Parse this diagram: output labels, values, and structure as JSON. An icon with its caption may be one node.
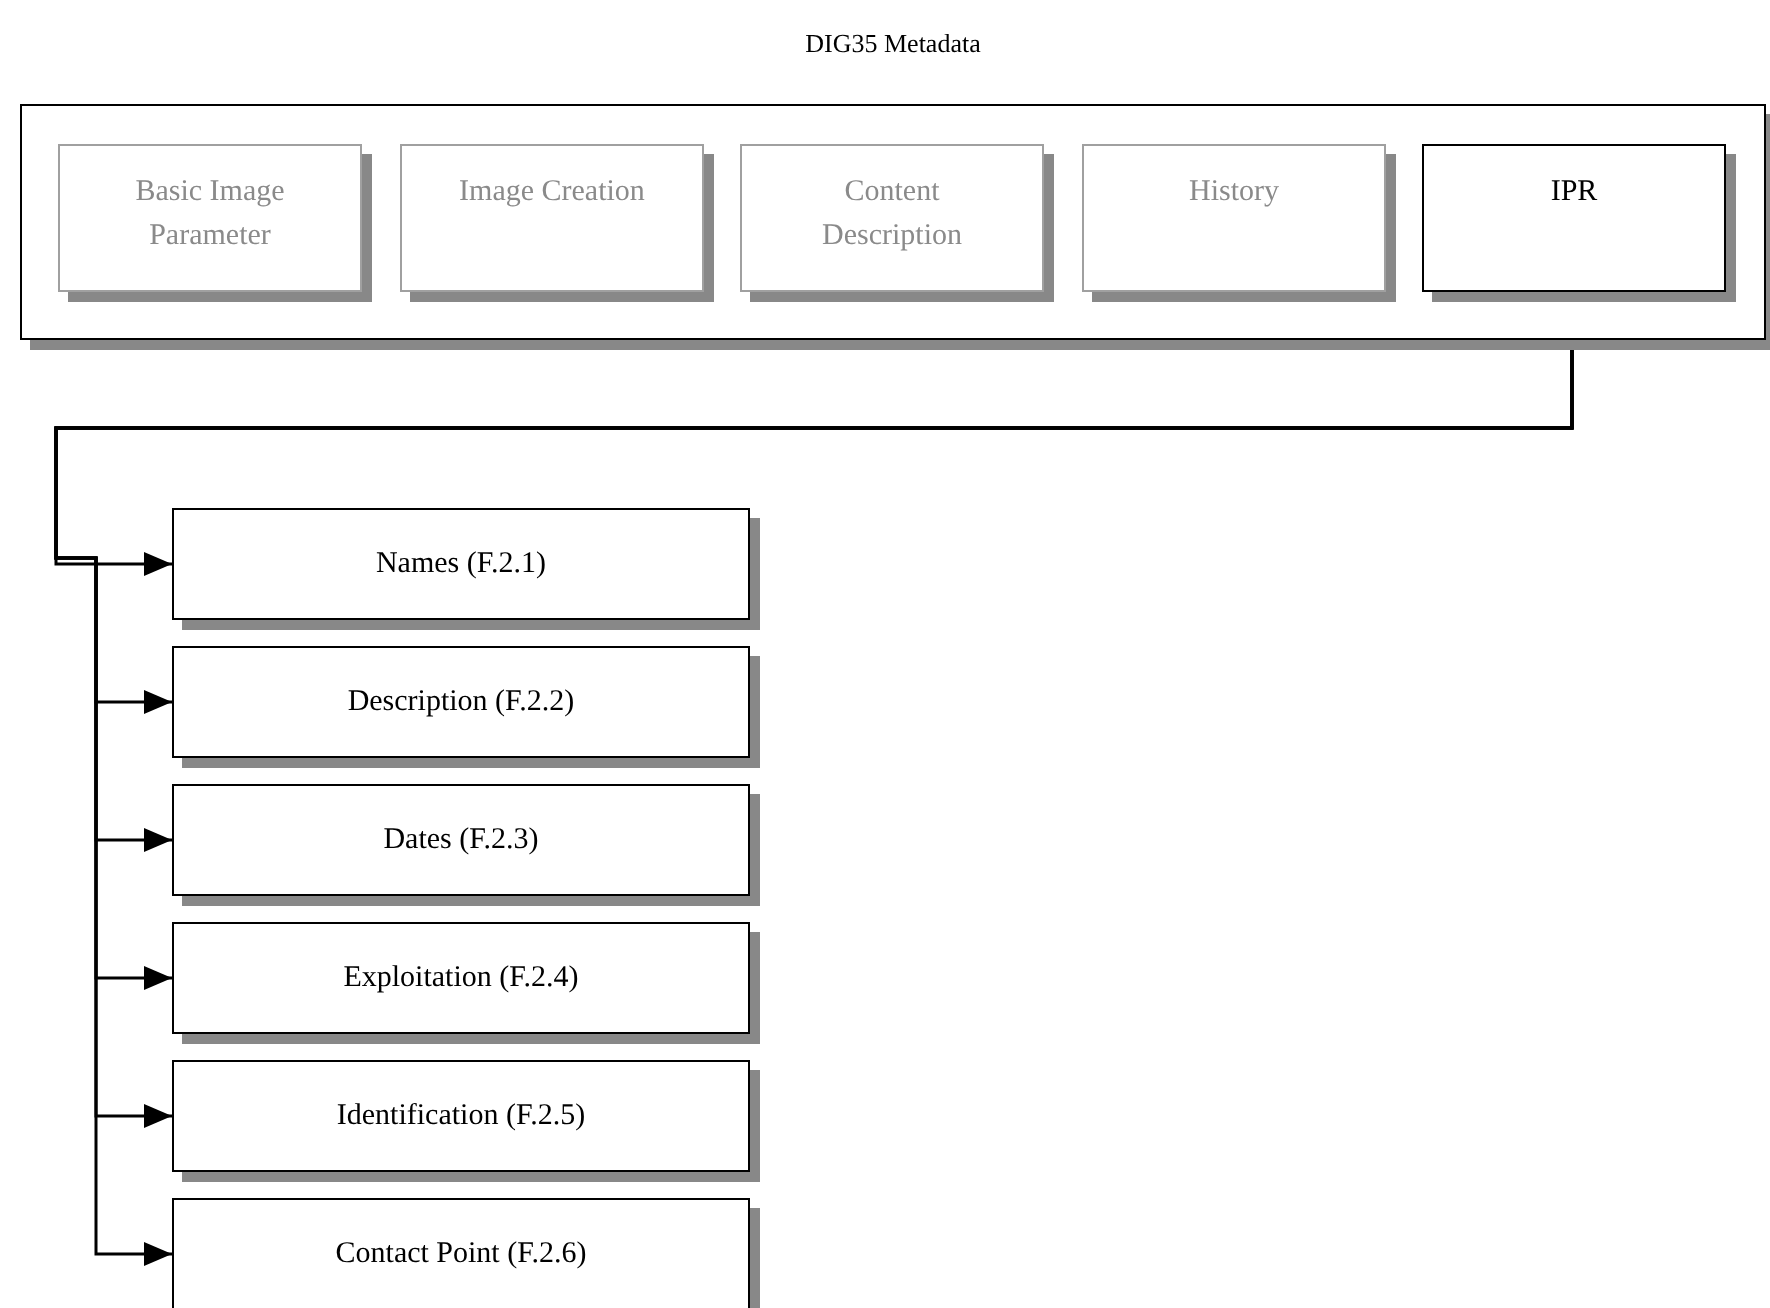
{
  "diagram": {
    "nodes": [
      {
        "text": [
          "DIG35 Metadata"
        ]
      },
      {
        "text": [
          "Basic Image Parameter"
        ],
        "in": 0
      },
      {
        "text": [
          "Image Creation"
        ],
        "in": 0
      },
      {
        "text": [
          "Content Description"
        ],
        "in": 0
      },
      {
        "text": [
          "History"
        ],
        "in": 0
      },
      {
        "text": [
          "IPR"
        ],
        "in": 0
      },
      {
        "text": [
          "Names (F.2.1)"
        ]
      },
      {
        "text": [
          "Description (F.2.2)"
        ]
      },
      {
        "text": [
          "Dates (F.2.3)"
        ]
      },
      {
        "text": [
          "Exploitation (F.2.4)"
        ]
      },
      {
        "text": [
          "Identification (F.2.5)"
        ]
      },
      {
        "text": [
          "Contact Point (F.2.6)"
        ]
      }
    ],
    "edges": [
      {
        "from": 5,
        "to": 6,
        "arrow": "to"
      },
      {
        "from": 5,
        "to": 7,
        "arrow": "to"
      },
      {
        "from": 5,
        "to": 8,
        "arrow": "to"
      },
      {
        "from": 5,
        "to": 9,
        "arrow": "to"
      },
      {
        "from": 5,
        "to": 10,
        "arrow": "to"
      },
      {
        "from": 5,
        "to": 11,
        "arrow": "to"
      }
    ]
  }
}
